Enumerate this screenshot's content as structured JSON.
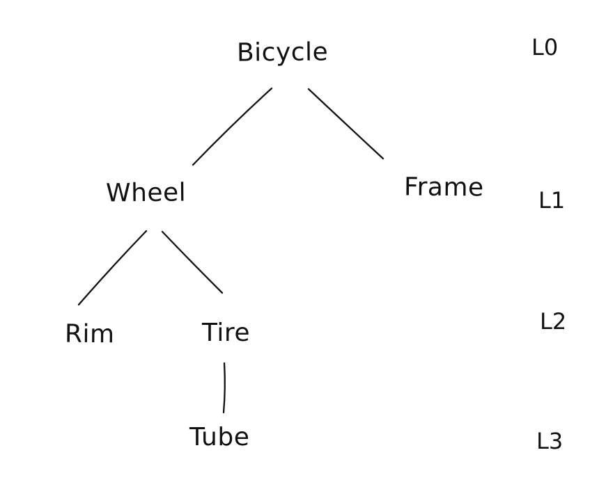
{
  "diagram": {
    "type": "tree",
    "style": "hand-drawn",
    "colors": {
      "ink": "#111111",
      "background": "#ffffff"
    },
    "nodes": {
      "bicycle": {
        "label": "Bicycle",
        "level": 0
      },
      "wheel": {
        "label": "Wheel",
        "level": 1
      },
      "frame": {
        "label": "Frame",
        "level": 1
      },
      "rim": {
        "label": "Rim",
        "level": 2
      },
      "tire": {
        "label": "Tire",
        "level": 2
      },
      "tube": {
        "label": "Tube",
        "level": 3
      }
    },
    "edges": [
      {
        "from": "Bicycle",
        "to": "Wheel"
      },
      {
        "from": "Bicycle",
        "to": "Frame"
      },
      {
        "from": "Wheel",
        "to": "Rim"
      },
      {
        "from": "Wheel",
        "to": "Tire"
      },
      {
        "from": "Tire",
        "to": "Tube"
      }
    ],
    "level_labels": {
      "l0": {
        "label": "L0"
      },
      "l1": {
        "label": "L1"
      },
      "l2": {
        "label": "L2"
      },
      "l3": {
        "label": "L3"
      }
    }
  }
}
